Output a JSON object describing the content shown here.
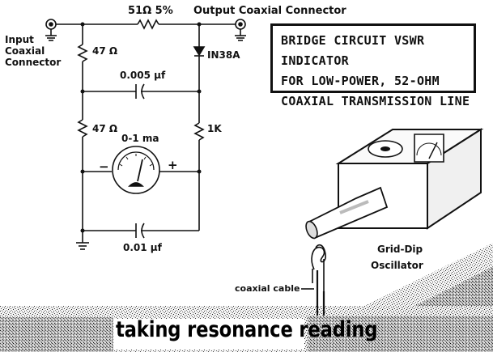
{
  "labels": {
    "resistor_top": "51Ω 5%",
    "output_connector": "Output Coaxial Connector",
    "input_connector_line1": "Input",
    "input_connector_line2": "Coaxial",
    "input_connector_line3": "Connector",
    "r1": "47 Ω",
    "diode": "IN38A",
    "cap1": "0.005 µf",
    "r2": "47 Ω",
    "r3": "1K",
    "meter": "0-1 ma",
    "minus": "−",
    "plus": "+",
    "cap2": "0.01 µf",
    "gdo_line1": "Grid-Dip",
    "gdo_line2": "Oscillator",
    "coax_cable": "coaxial cable",
    "caption": "taking resonance reading"
  },
  "title_box": {
    "line1": "BRIDGE CIRCUIT VSWR INDICATOR",
    "line2": "FOR LOW-POWER, 52-OHM",
    "line3": "COAXIAL TRANSMISSION LINE"
  }
}
